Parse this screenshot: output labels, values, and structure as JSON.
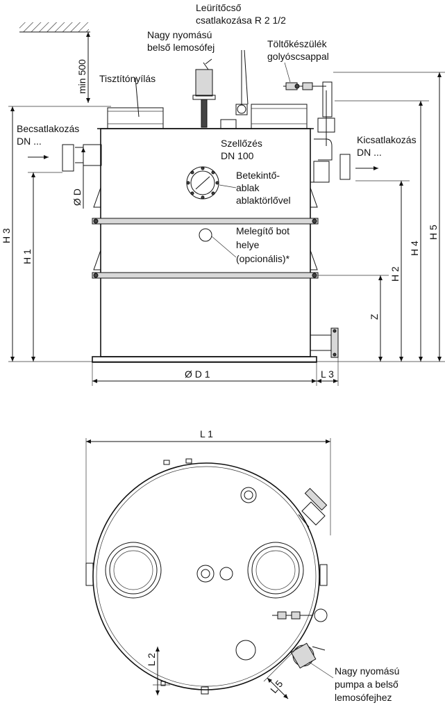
{
  "labels": {
    "leuritocso_line1": "Leürítőcső",
    "leuritocso_line2": "csatlakozása R 2 1/2",
    "nagy_nyomasu_line1": "Nagy nyomású",
    "nagy_nyomasu_line2": "belső lemosófej",
    "toltokeszulek_line1": "Töltőkészülék",
    "toltokeszulek_line2": "golyóscsappal",
    "tisztitonyilas": "Tisztítónyílás",
    "becsatlakozas_line1": "Becsatlakozás",
    "becsatlakozas_line2": "DN ...",
    "kicsatlakozas_line1": "Kicsatlakozás",
    "kicsatlakozas_line2": "DN ...",
    "szellozes_line1": "Szellőzés",
    "szellozes_line2": "DN 100",
    "betekinto_line1": "Betekintő-",
    "betekinto_line2": "ablak",
    "betekinto_line3": "ablaktörlővel",
    "melegito_line1": "Melegítő bot",
    "melegito_line2": "helye",
    "melegito_line3": "(opcionális)*",
    "pumpa_line1": "Nagy nyomású",
    "pumpa_line2": "pumpa a belső",
    "pumpa_line3": "lemosófejhez"
  },
  "dimensions": {
    "min500": "min 500",
    "h3": "H 3",
    "h1": "H 1",
    "h2": "H 2",
    "h4": "H 4",
    "h5": "H 5",
    "z": "Z",
    "od": "Ø D",
    "od1": "Ø D 1",
    "l3": "L 3",
    "l1": "L 1",
    "l2": "L 2",
    "l5": "L 5"
  }
}
